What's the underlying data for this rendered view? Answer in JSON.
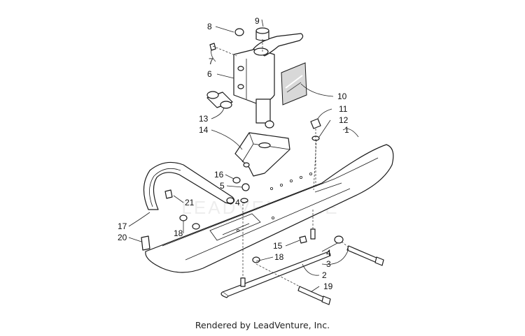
{
  "footer": "Rendered by LeadVenture, Inc.",
  "watermark": "LEADVENTURE",
  "callouts": {
    "c1": "1",
    "c2": "2",
    "c3": "3",
    "c4a": "4",
    "c4b": "4",
    "c5": "5",
    "c6": "6",
    "c7": "7",
    "c8": "8",
    "c9": "9",
    "c10": "10",
    "c11": "11",
    "c12": "12",
    "c13": "13",
    "c14": "14",
    "c15": "15",
    "c16": "16",
    "c17": "17",
    "c18a": "18",
    "c18b": "18",
    "c19": "19",
    "c20": "20",
    "c21": "21"
  }
}
